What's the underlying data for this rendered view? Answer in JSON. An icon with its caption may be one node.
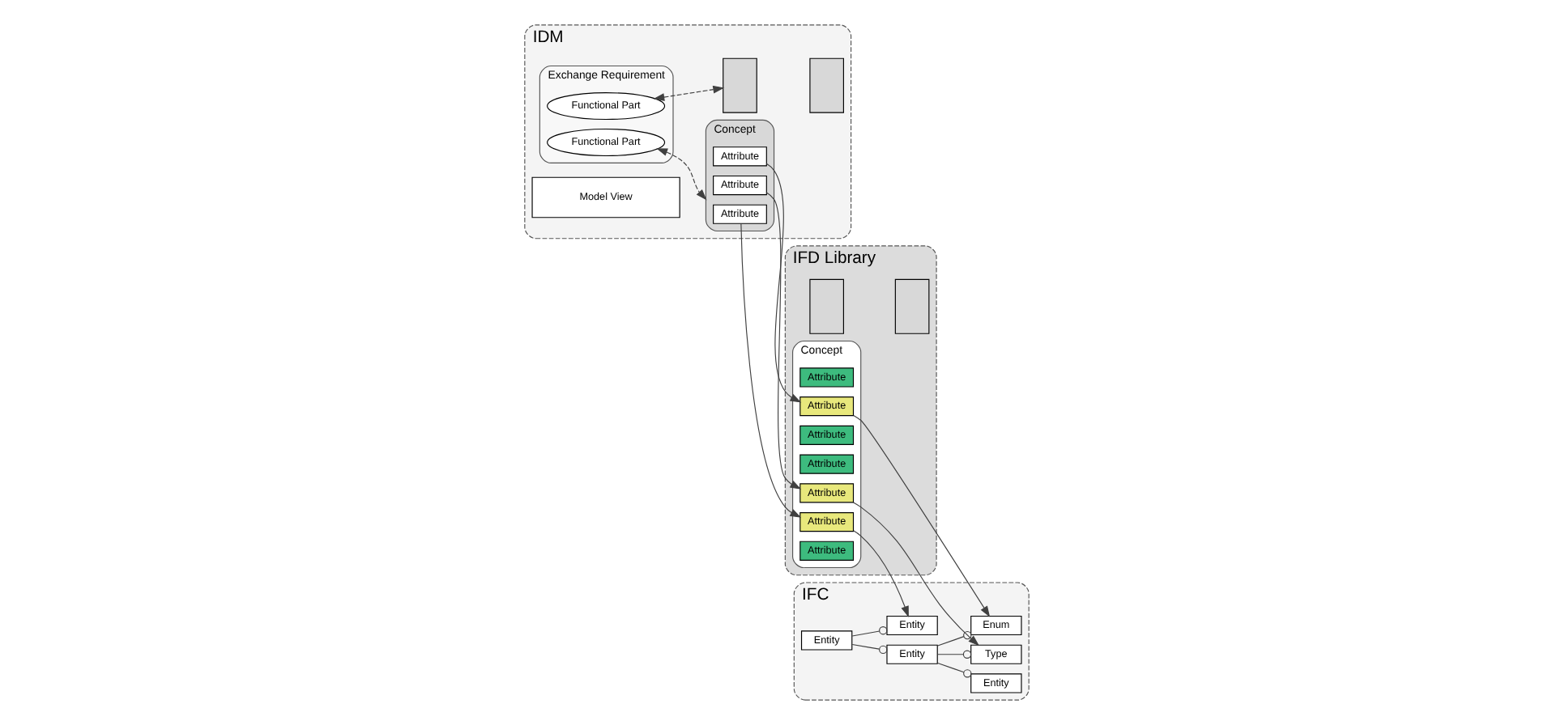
{
  "diagram": {
    "nodes": [
      {
        "text": [
          "IDM"
        ]
      },
      {
        "text": [
          "Exchange Requirement"
        ],
        "in": 0
      },
      {
        "text": [
          "Functional Part"
        ],
        "in": 1
      },
      {
        "text": [
          "Functional Part"
        ],
        "in": 1
      },
      {
        "text": [],
        "shape": "box",
        "in": 0
      },
      {
        "text": [],
        "shape": "box",
        "in": 0
      },
      {
        "text": [
          "Concept"
        ],
        "in": 0
      },
      {
        "text": [
          "Attribute"
        ],
        "in": 6
      },
      {
        "text": [
          "Attribute"
        ],
        "in": 6
      },
      {
        "text": [
          "Attribute"
        ],
        "in": 6
      },
      {
        "text": [
          "Model View"
        ],
        "in": 0
      },
      {
        "text": [
          "IFD Library"
        ]
      },
      {
        "text": [],
        "shape": "box",
        "in": 11
      },
      {
        "text": [],
        "shape": "box",
        "in": 11
      },
      {
        "text": [
          "Concept"
        ],
        "in": 11
      },
      {
        "text": [
          "Attribute"
        ],
        "in": 14
      },
      {
        "text": [
          "Attribute"
        ],
        "in": 14
      },
      {
        "text": [
          "Attribute"
        ],
        "in": 14
      },
      {
        "text": [
          "Attribute"
        ],
        "in": 14
      },
      {
        "text": [
          "Attribute"
        ],
        "in": 14
      },
      {
        "text": [
          "Attribute"
        ],
        "in": 14
      },
      {
        "text": [
          "Attribute"
        ],
        "in": 14
      },
      {
        "text": [
          "IFC"
        ]
      },
      {
        "text": [
          "Entity"
        ],
        "in": 22
      },
      {
        "text": [
          "Entity"
        ],
        "in": 22
      },
      {
        "text": [
          "Enum"
        ],
        "in": 22
      },
      {
        "text": [
          "Entity"
        ],
        "in": 22
      },
      {
        "text": [
          "Type"
        ],
        "in": 22
      },
      {
        "text": [
          "Entity"
        ],
        "in": 22
      }
    ],
    "edges": [
      {
        "from": 2,
        "to": 4,
        "arrow": "both",
        "style": "dashed"
      },
      {
        "from": 3,
        "to": 6,
        "arrow": "both",
        "style": "dashed"
      },
      {
        "from": 7,
        "to": 16,
        "arrow": "to"
      },
      {
        "from": 8,
        "to": 19,
        "arrow": "to"
      },
      {
        "from": 9,
        "to": 20,
        "arrow": "to"
      },
      {
        "from": 16,
        "to": 23,
        "arrow": "to"
      },
      {
        "from": 19,
        "to": 25,
        "arrow": "to"
      },
      {
        "from": 20,
        "to": 27,
        "arrow": "to"
      },
      {
        "from": 24,
        "to": 23,
        "arrow": "other"
      },
      {
        "from": 24,
        "to": 26,
        "arrow": "other"
      },
      {
        "from": 26,
        "to": 25,
        "arrow": "other"
      },
      {
        "from": 26,
        "to": 27,
        "arrow": "other"
      },
      {
        "from": 26,
        "to": 28,
        "arrow": "other"
      }
    ]
  }
}
